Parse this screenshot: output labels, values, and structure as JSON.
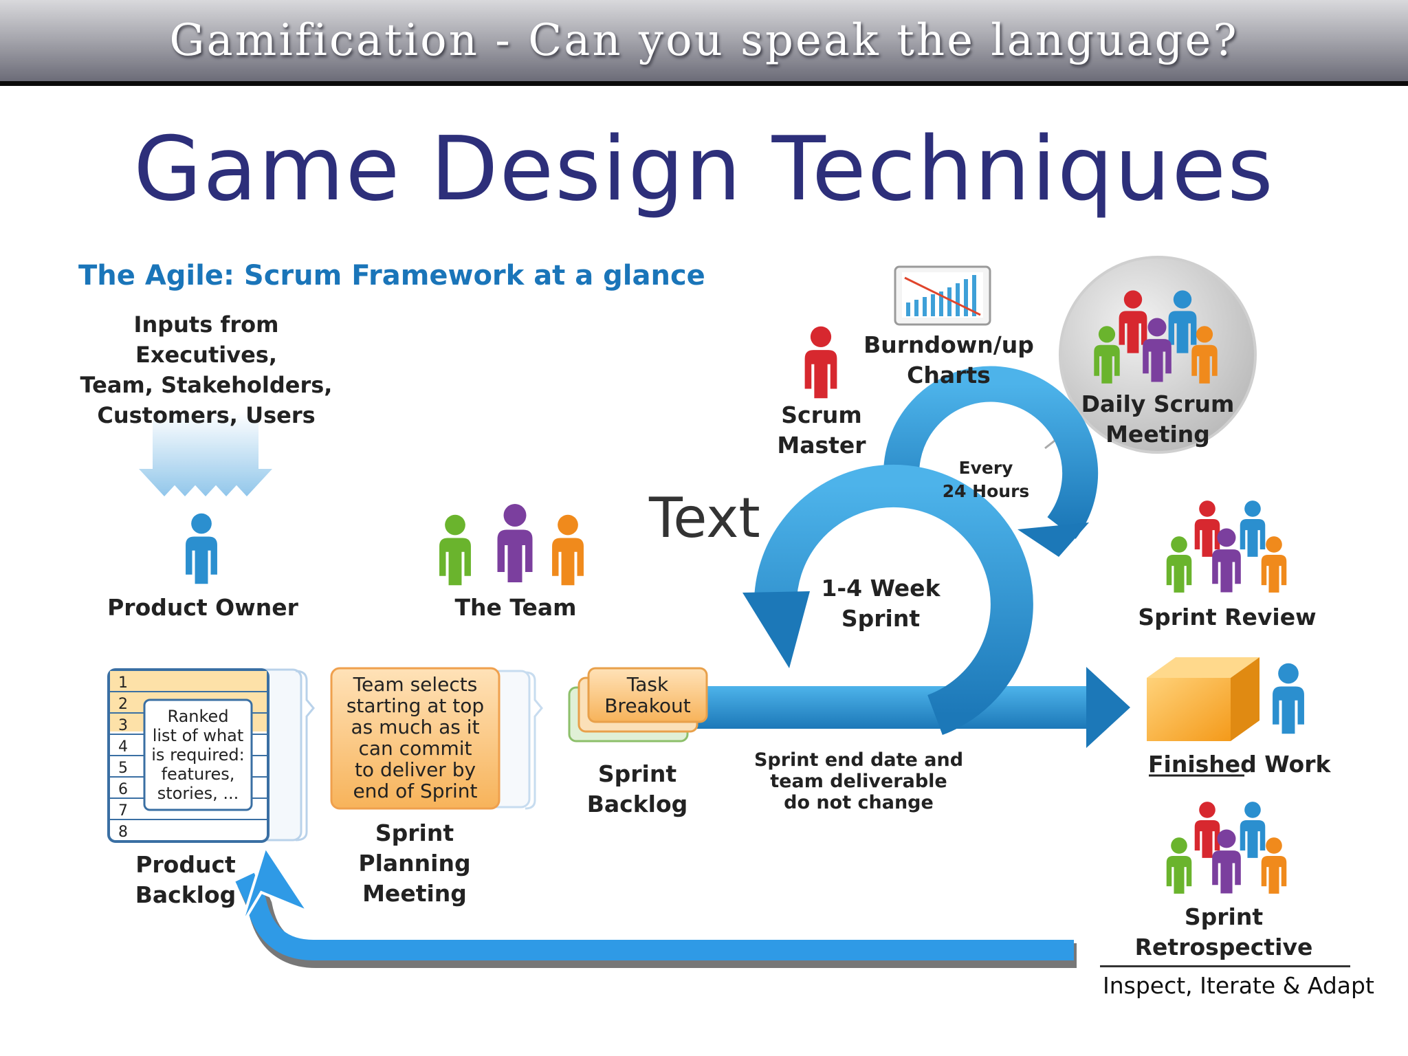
{
  "header": {
    "title": "Gamification - Can you speak the language?"
  },
  "slide": {
    "title": "Game Design Techniques"
  },
  "diagram": {
    "framework_title": "The Agile: Scrum Framework at a glance",
    "inputs": [
      "Inputs from Executives,",
      "Team, Stakeholders,",
      "Customers, Users"
    ],
    "product_owner": "Product Owner",
    "the_team": "The Team",
    "text_overlay": "Text",
    "scrum_master": [
      "Scrum",
      "Master"
    ],
    "burndown": [
      "Burndown/up",
      "Charts"
    ],
    "daily_scrum": [
      "Daily Scrum",
      "Meeting"
    ],
    "every_24": [
      "Every",
      "24 Hours"
    ],
    "sprint_cycle": [
      "1-4 Week",
      "Sprint"
    ],
    "sprint_review": "Sprint Review",
    "backlog_numbers": [
      "1",
      "2",
      "3",
      "4",
      "5",
      "6",
      "7",
      "8"
    ],
    "ranked_list": [
      "Ranked",
      "list of what",
      "is required:",
      "features,",
      "stories, ..."
    ],
    "team_selects": [
      "Team selects",
      "starting at top",
      "as much as it",
      "can commit",
      "to deliver by",
      "end of Sprint"
    ],
    "task_breakout": [
      "Task",
      "Breakout"
    ],
    "sprint_backlog": [
      "Sprint",
      "Backlog"
    ],
    "sprint_end": [
      "Sprint end date and",
      "team deliverable",
      "do not change"
    ],
    "finished_work": {
      "underlined": "Finished",
      "rest": " Work"
    },
    "product_backlog": [
      "Product",
      "Backlog"
    ],
    "sprint_planning": [
      "Sprint",
      "Planning",
      "Meeting"
    ],
    "sprint_retro": [
      "Sprint",
      "Retrospective"
    ],
    "inspect": "Inspect, Iterate & Adapt"
  },
  "colors": {
    "title_blue": "#2d2f7a",
    "framework_blue": "#1a75b9",
    "arrow_blue": "#2b8fcf",
    "red": "#d7282f",
    "green": "#6ab42d",
    "purple": "#7b3f9e",
    "orange": "#f08a1c",
    "blue_person": "#2b8fcf"
  }
}
